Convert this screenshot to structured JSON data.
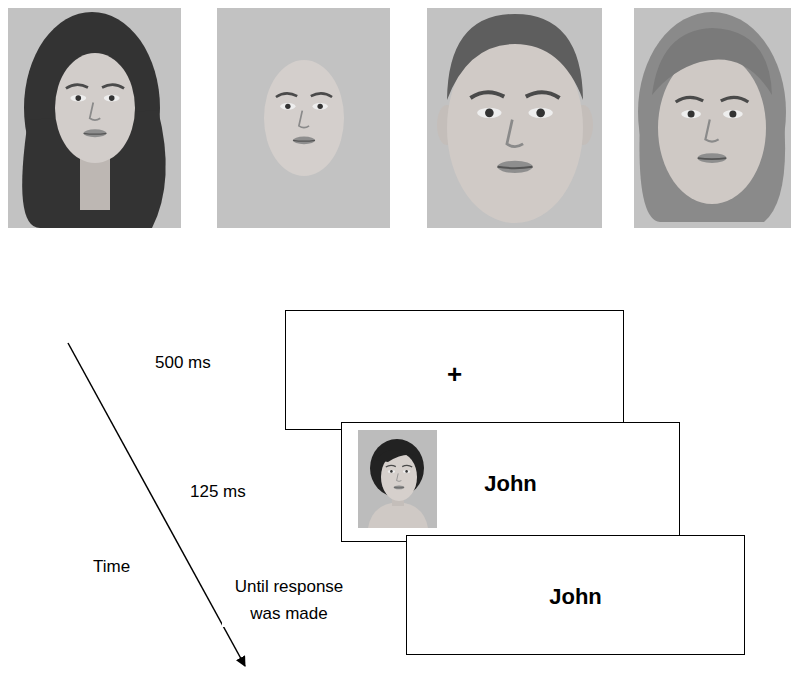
{
  "diagram": {
    "nodes": [
      {
        "text": [
          "+"
        ]
      },
      {
        "text": [
          "John"
        ]
      },
      {
        "text": [
          "John"
        ]
      }
    ],
    "labels": [
      "500 ms",
      "125 ms",
      "Time",
      "Until response was made"
    ]
  }
}
